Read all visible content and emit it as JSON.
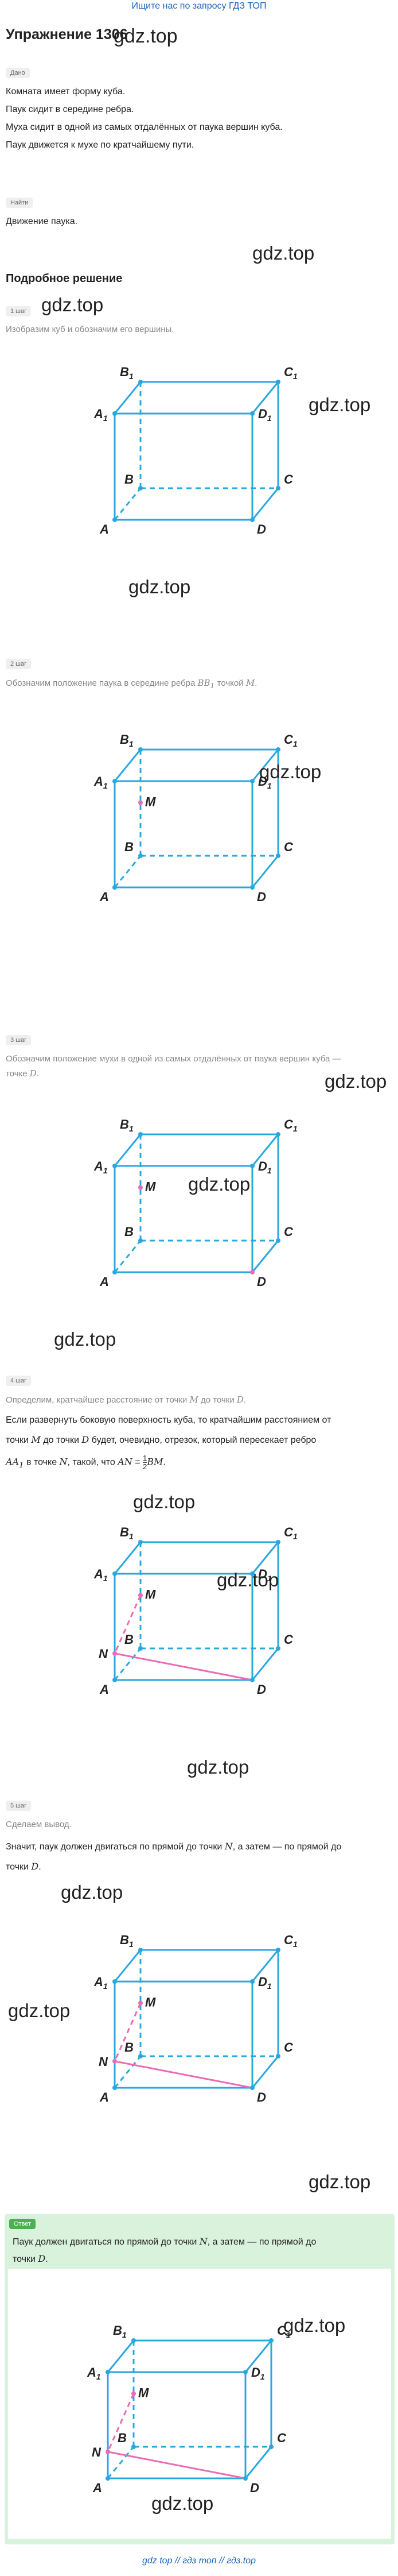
{
  "header_link": "Ищите нас по запросу ГДЗ ТОП",
  "title": "Упражнение 1306",
  "watermark": "gdz.top",
  "given": {
    "pill": "Дано",
    "lines": [
      "Комната имеет форму куба.",
      "Паук сидит в середине ребра.",
      "Муха сидит в одной из самых отдалённых от паука вершин куба.",
      "Паук движется к мухе по кратчайшему пути."
    ]
  },
  "find": {
    "pill": "Найти",
    "text": "Движение паука."
  },
  "solution_title": "Подробное решение",
  "steps": [
    {
      "pill": "1 шаг",
      "text": "Изобразим куб и обозначим его вершины."
    },
    {
      "pill": "2 шаг",
      "text_a": "Обозначим положение паука в середине ребра ",
      "math_a": "BB",
      "math_a_sub": "1",
      "text_b": " точкой ",
      "math_b": "M",
      "text_c": "."
    },
    {
      "pill": "3 шаг",
      "line1": "Обозначим положение мухи в одной из самых отдалённых от паука вершин куба —",
      "line2_a": "точке ",
      "line2_math": "D",
      "line2_b": "."
    },
    {
      "pill": "4 шаг",
      "line1_a": "Определим, кратчайшее расстояние от точки ",
      "line1_m1": "M",
      "line1_b": " до точки ",
      "line1_m2": "D",
      "line1_c": ".",
      "line2": "Если развернуть боковую поверхность куба, то кратчайшим расстоянием от",
      "line3_a": "точки ",
      "line3_m1": "M",
      "line3_b": " до точки ",
      "line3_m2": "D",
      "line3_c": " будет, очевидно, отрезок, который пересекает ребро",
      "line4_m1": "AA",
      "line4_sub": "1",
      "line4_a": " в точке ",
      "line4_m2": "N",
      "line4_b": ", такой, что ",
      "line4_m3": "AN",
      "line4_eq": " = ",
      "frac_num": "1",
      "frac_den": "2",
      "line4_m4": "BM",
      "line4_c": "."
    },
    {
      "pill": "5 шаг",
      "line1": "Сделаем вывод.",
      "line2_a": "Значит, паук должен двигаться по прямой до точки ",
      "line2_m": "N",
      "line2_b": ", а затем — по прямой до",
      "line3_a": "точки ",
      "line3_m": "D",
      "line3_b": "."
    }
  ],
  "answer": {
    "pill": "Ответ",
    "line1_a": "Паук должен двигаться по прямой до точки ",
    "line1_m": "N",
    "line1_b": ", а затем — по прямой до",
    "line2_a": "точки ",
    "line2_m": "D",
    "line2_b": "."
  },
  "footer": {
    "a": "gdz top",
    "sep1": " // ",
    "b": "гдз топ",
    "sep2": " // ",
    "c": "гдз.top"
  },
  "labels": {
    "A": "A",
    "B": "B",
    "C": "C",
    "D": "D",
    "A1": "A",
    "B1": "B",
    "C1": "C",
    "D1": "D",
    "sub": "1",
    "M": "M",
    "N": "N"
  },
  "colors": {
    "cube": "#29a8e0",
    "path": "#ec6bb4",
    "answer_bg": "#d8f2dc",
    "link": "#1565c0"
  }
}
